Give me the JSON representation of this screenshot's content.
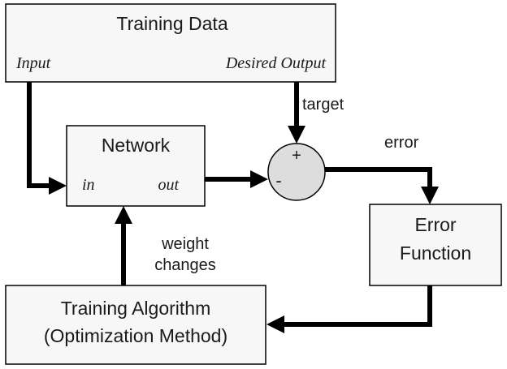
{
  "training_data": {
    "title": "Training Data",
    "input_label": "Input",
    "desired_output_label": "Desired Output"
  },
  "network": {
    "title": "Network",
    "in_label": "in",
    "out_label": "out"
  },
  "summing_junction": {
    "plus_sign": "+",
    "minus_sign": "-"
  },
  "error_function": {
    "line1": "Error",
    "line2": "Function"
  },
  "training_algorithm": {
    "line1": "Training Algorithm",
    "line2": "(Optimization Method)"
  },
  "edge_labels": {
    "target": "target",
    "error": "error",
    "weight_line1": "weight",
    "weight_line2": "changes"
  }
}
